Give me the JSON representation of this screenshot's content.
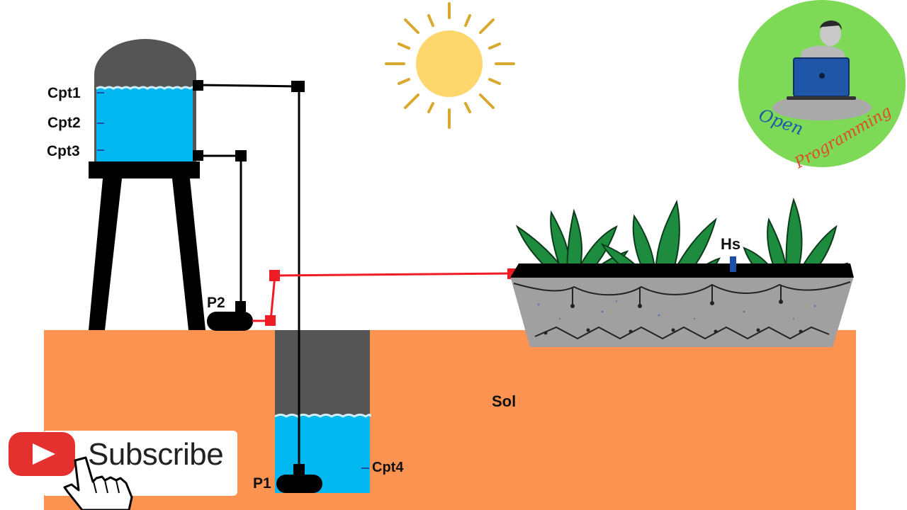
{
  "labels": {
    "cpt1": "Cpt1",
    "cpt2": "Cpt2",
    "cpt3": "Cpt3",
    "cpt4": "Cpt4",
    "p1": "P1",
    "p2": "P2",
    "hs": "Hs",
    "sol": "Sol"
  },
  "subscribe": {
    "label": "Subscribe"
  },
  "logo": {
    "part1": "Open",
    "part2": "Programming"
  },
  "colors": {
    "soil": "#fd9350",
    "water": "#00b7ef",
    "tank_top": "#555555",
    "pipe_red": "#ee1c25",
    "sun": "#fdd76b",
    "sun_rays": "#d9a92d",
    "logo_bg": "#7ed957",
    "youtube_red": "#e53030"
  },
  "icons": [
    "sun-icon",
    "youtube-play-icon",
    "hand-cursor-icon",
    "laptop-icon",
    "apple-logo-icon",
    "plant-icon"
  ]
}
